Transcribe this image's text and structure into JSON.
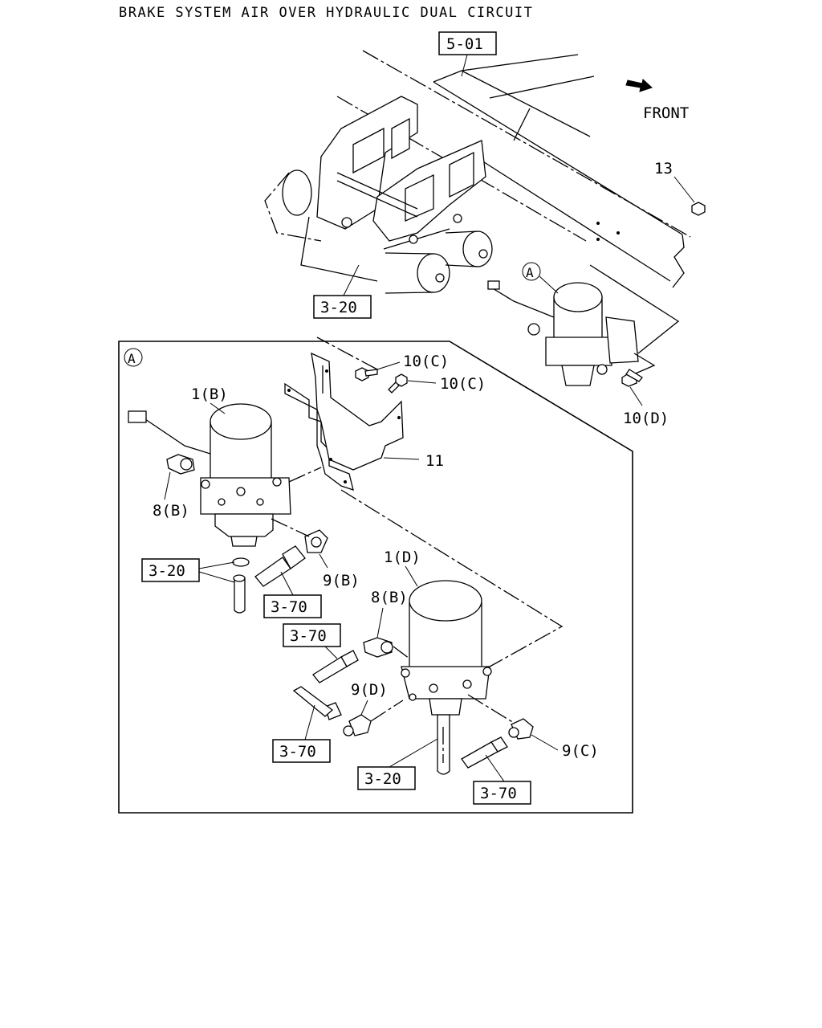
{
  "title": "BRAKE SYSTEM AIR OVER HYDRAULIC DUAL CIRCUIT",
  "front_label": "FRONT",
  "detail_marker": "A",
  "ref_boxes": {
    "frame": "5-01",
    "air_tanks": "3-20",
    "pipe_upper": "3-20",
    "hose_upper": "3-70",
    "hose_mid": "3-70",
    "hose_lower_left": "3-70",
    "pipe_lower": "3-20",
    "hose_lower_right": "3-70"
  },
  "parts": {
    "nut": "13",
    "bolt_main": "10(D)",
    "bolt_c1": "10(C)",
    "bolt_c2": "10(C)",
    "bracket": "11",
    "dryer_b": "1(B)",
    "elbow_b": "8(B)",
    "connector_b": "9(B)",
    "dryer_d": "1(D)",
    "elbow_d": "8(B)",
    "connector_d": "9(D)",
    "connector_c": "9(C)"
  }
}
